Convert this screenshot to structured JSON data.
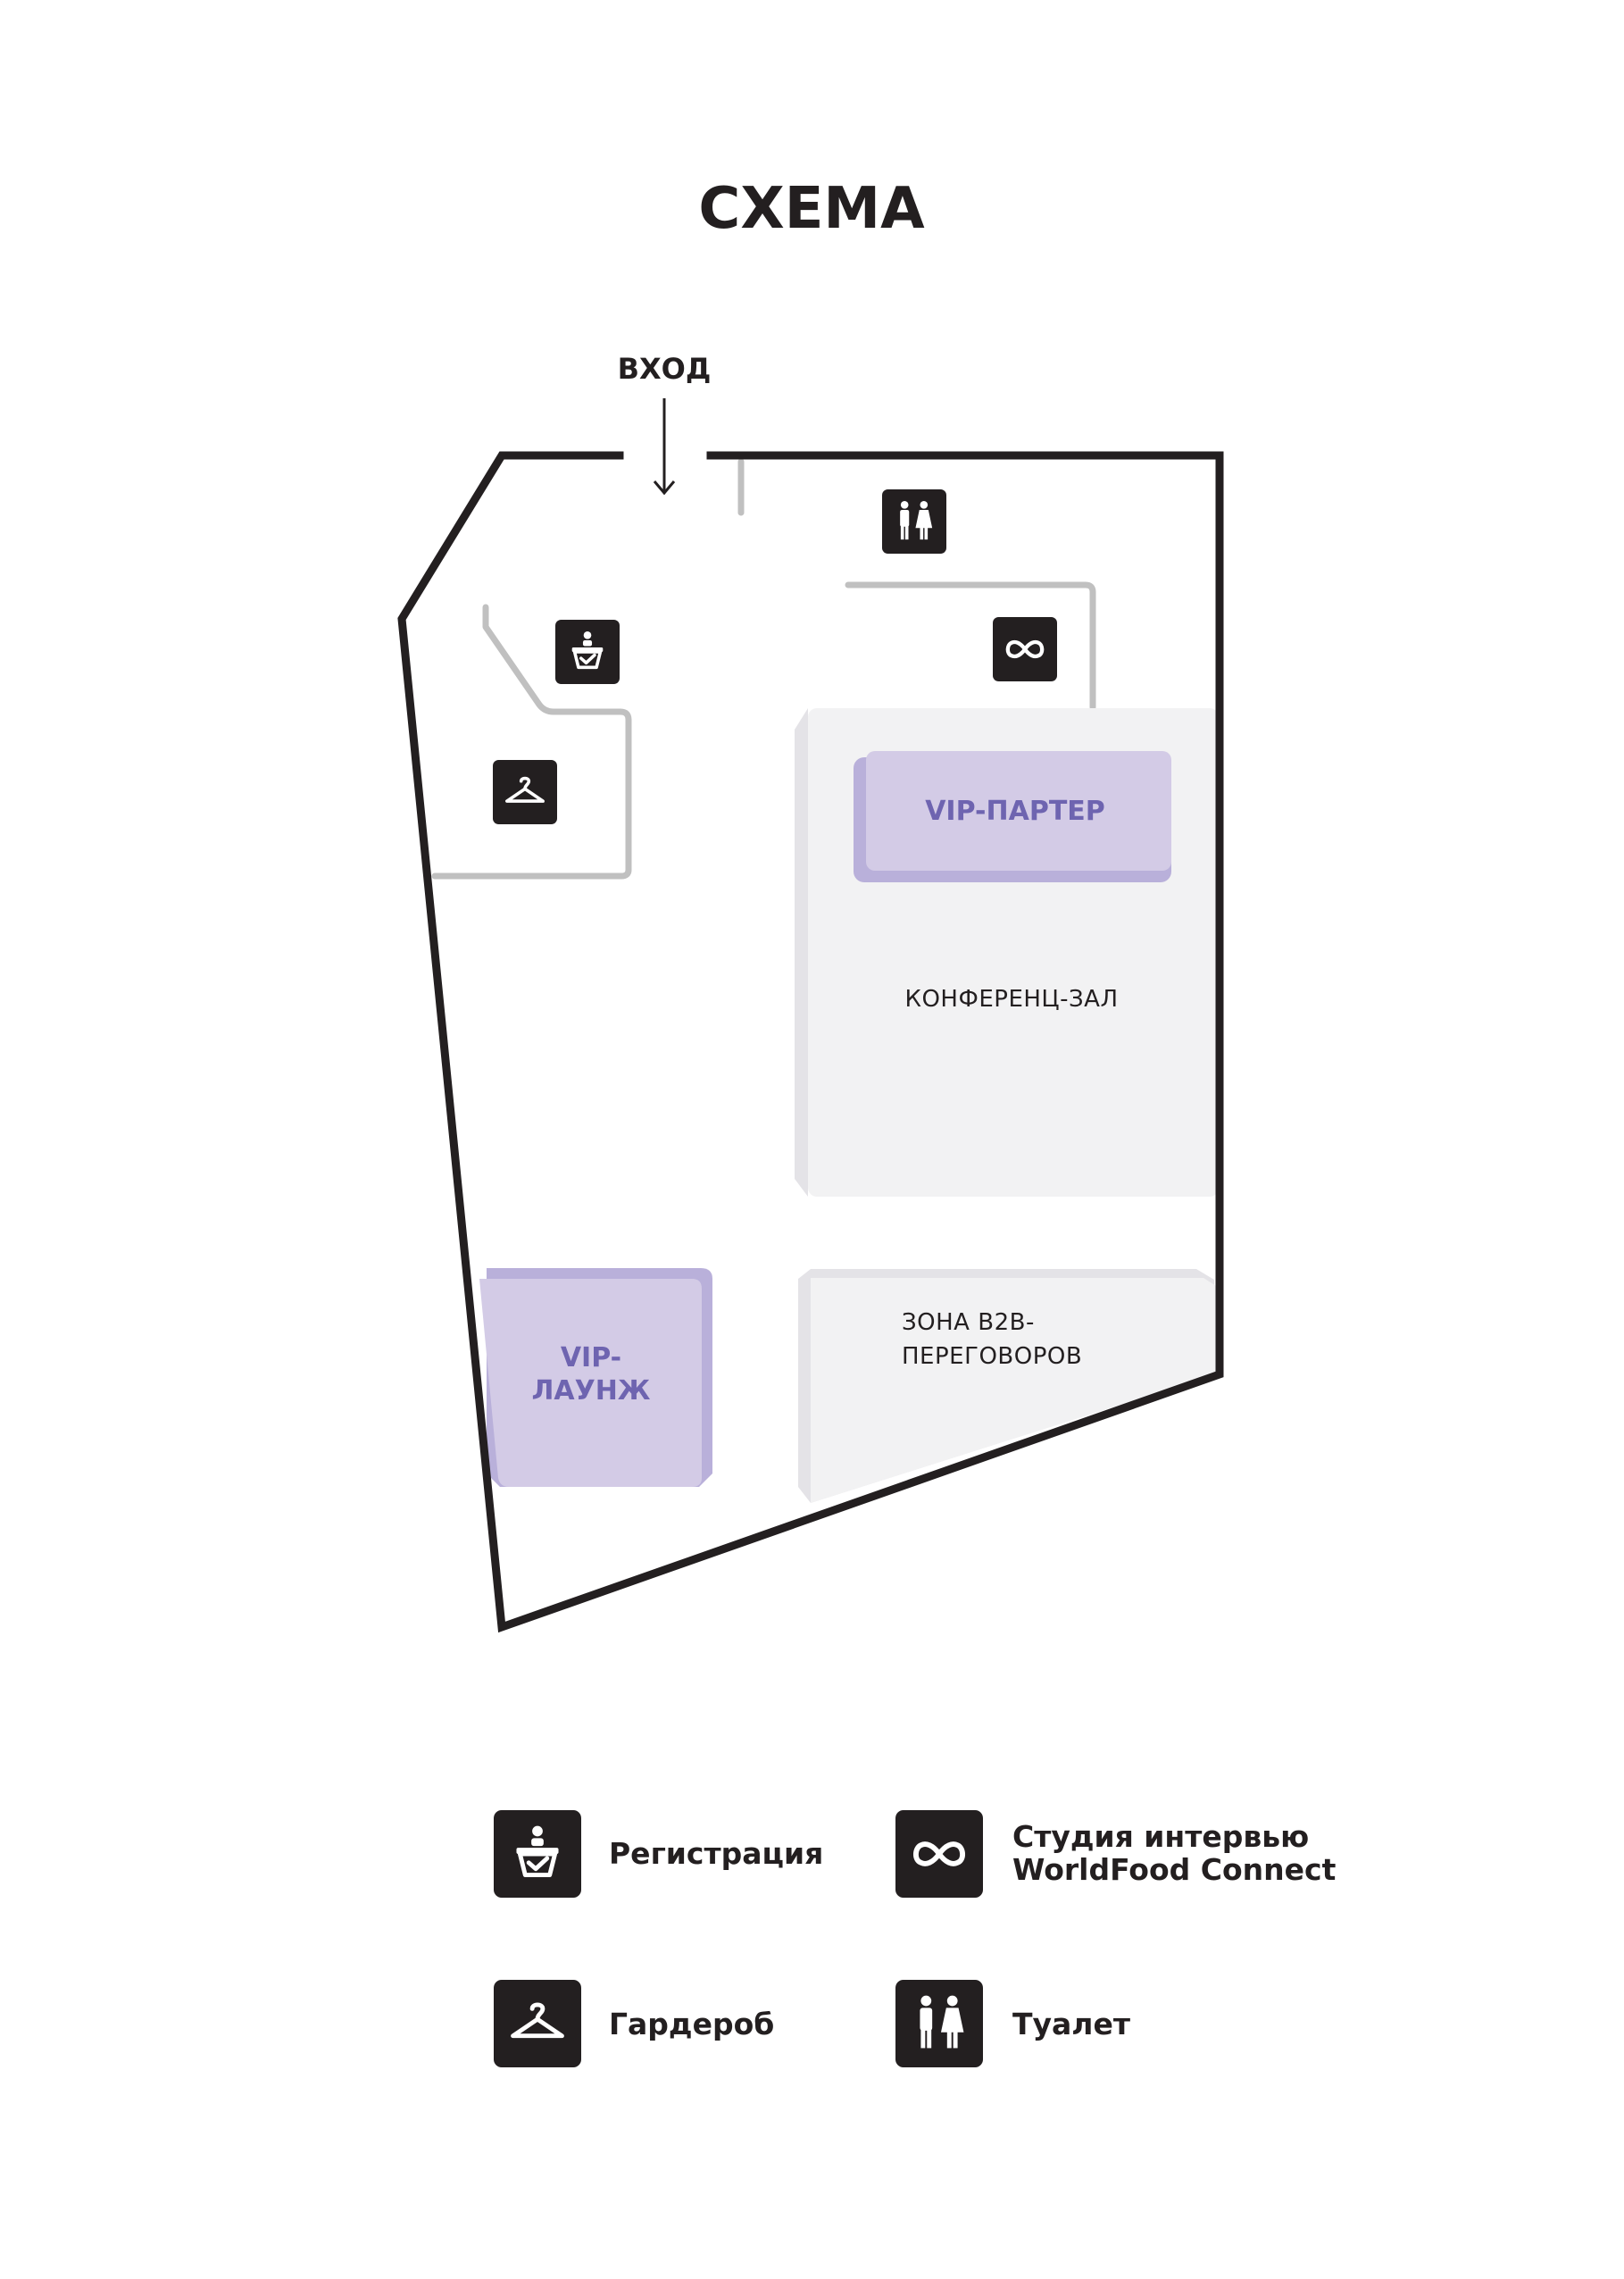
{
  "title": "СХЕМА",
  "entrance_label": "ВХОД",
  "zones": {
    "vip_parter": "VIP-ПАРТЕР",
    "conference_hall": "КОНФЕРЕНЦ-ЗАЛ",
    "b2b_line1": "ЗОНА B2B-",
    "b2b_line2": "ПЕРЕГОВОРОВ",
    "vip_lounge_line1": "VIP-",
    "vip_lounge_line2": "ЛАУНЖ"
  },
  "legend": {
    "registration": "Регистрация",
    "studio_line1": "Студия интервью",
    "studio_line2": "WorldFood Connect",
    "wardrobe": "Гардероб",
    "toilet": "Туалет"
  },
  "colors": {
    "wall": "#231f20",
    "partition": "#c0c0c0",
    "zone_fill": "#f2f2f3",
    "zone_shadow": "#e4e3e7",
    "vip_fill": "#d3cbe6",
    "vip_shadow": "#b9b0da",
    "vip_text": "#6e64b0"
  },
  "icons": {
    "registration": "registration-desk-icon",
    "studio": "infinity-icon",
    "wardrobe": "hanger-icon",
    "toilet": "restroom-icon"
  }
}
